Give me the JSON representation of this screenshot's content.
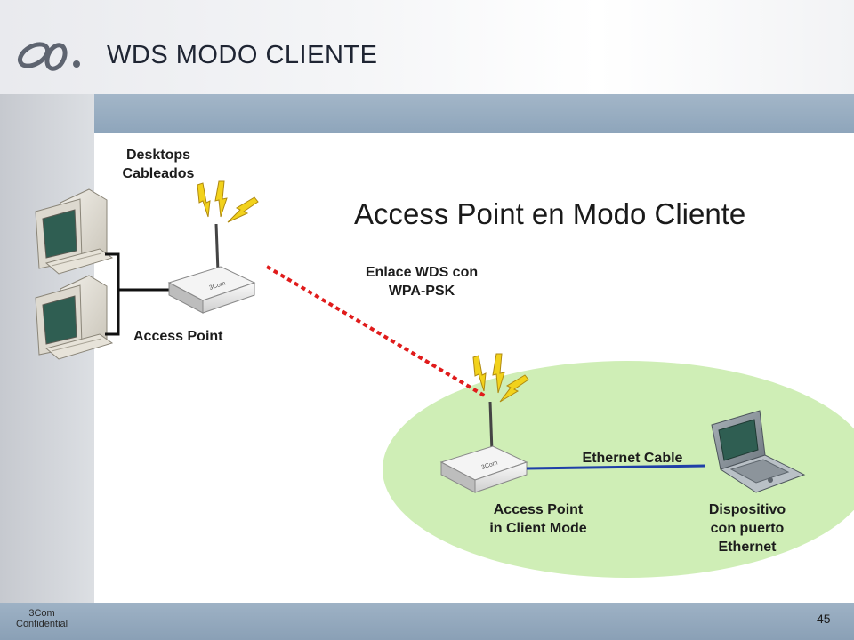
{
  "header": {
    "title": "WDS MODO CLIENTE"
  },
  "diagram": {
    "headline": "Access Point en Modo Cliente",
    "labels": {
      "desktops_line1": "Desktops",
      "desktops_line2": "Cableados",
      "access_point": "Access Point",
      "wds_line1": "Enlace WDS con",
      "wds_line2": "WPA-PSK",
      "ethernet_cable": "Ethernet Cable",
      "ap_client_line1": "Access Point",
      "ap_client_line2": "in Client Mode",
      "device_line1": "Dispositivo",
      "device_line2": "con puerto",
      "device_line3": "Ethernet"
    },
    "router_brand": "3Com",
    "colors": {
      "wireless_link": "#e01b1b",
      "ethernet_link": "#1f3fa8",
      "client_zone": "#cfeeb6",
      "signal": "#f2d21c",
      "screen": "#2f5e52"
    }
  },
  "footer": {
    "company": "3Com",
    "confidential": "Confidential",
    "page_number": "45"
  }
}
